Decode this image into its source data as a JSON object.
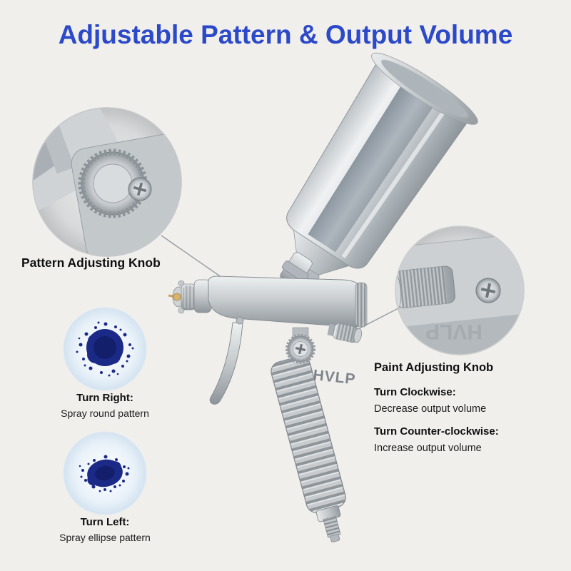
{
  "title": "Adjustable Pattern & Output Volume",
  "gun": {
    "brand": "HVLP"
  },
  "pattern_knob": {
    "label": "Pattern Adjusting Knob",
    "right": {
      "heading": "Turn Right:",
      "desc": "Spray round pattern"
    },
    "left": {
      "heading": "Turn Left:",
      "desc": "Spray ellipse pattern"
    }
  },
  "paint_knob": {
    "label": "Paint Adjusting Knob",
    "clockwise": {
      "heading": "Turn Clockwise:",
      "desc": "Decrease output volume"
    },
    "counter_clockwise": {
      "heading": "Turn Counter-clockwise:",
      "desc": "Increase output volume"
    }
  },
  "colors": {
    "title_blue": "#2b49c8",
    "background": "#f1efec",
    "spray_pattern_blue": "#1b2a86"
  }
}
